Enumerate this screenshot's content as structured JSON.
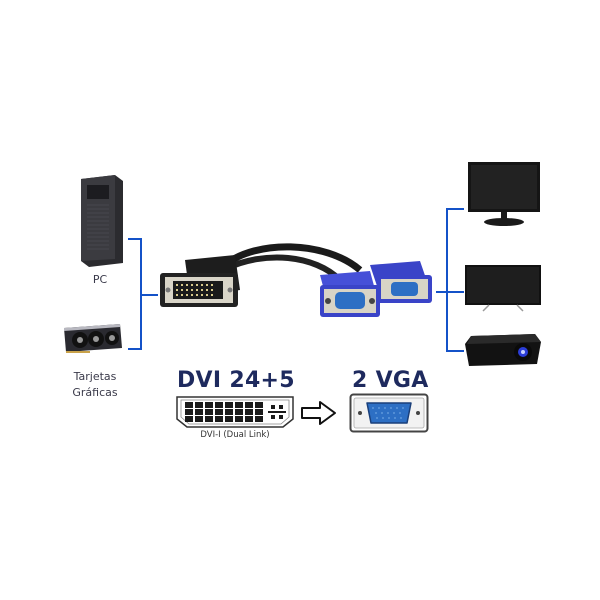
{
  "left_devices": {
    "pc_label": "PC",
    "gpu_label_line1": "Tarjetas",
    "gpu_label_line2": "Gráficas"
  },
  "adapter": {
    "input_title": "DVI 24+5",
    "input_subtitle": "DVI-I (Dual Link)",
    "output_title": "2 VGA"
  },
  "right_devices": [
    "monitor",
    "tv",
    "projector"
  ],
  "colors": {
    "bracket": "#1452c8",
    "title": "#1e2a5e",
    "vga_blue": "#2d6fc4",
    "vga_housing": "#3a44c8"
  }
}
